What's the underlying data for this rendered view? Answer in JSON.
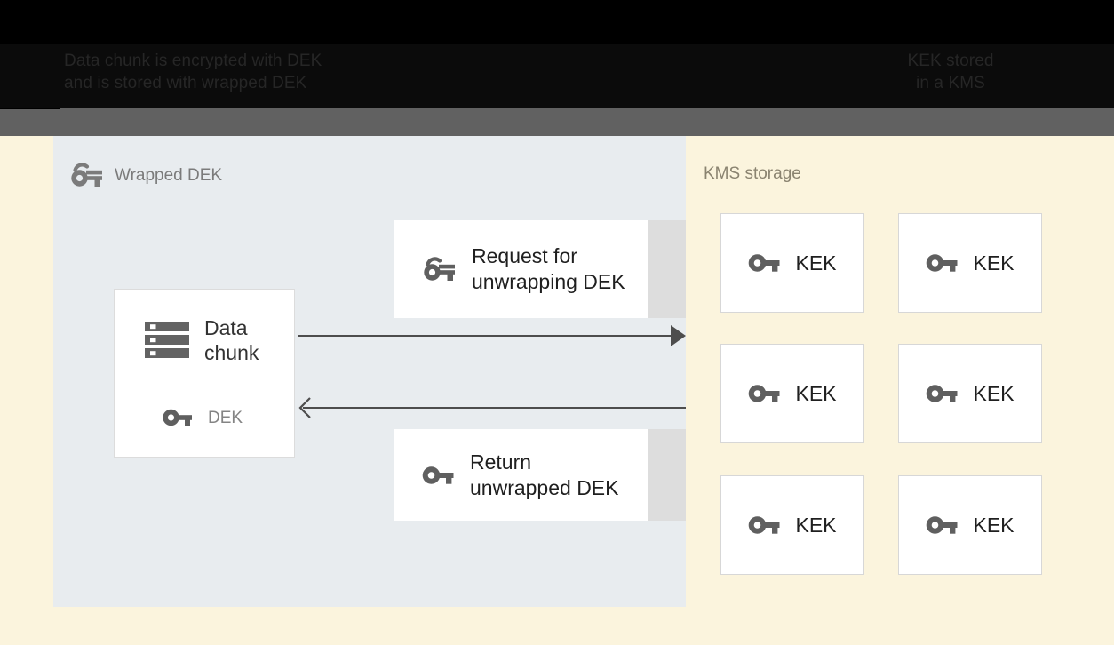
{
  "top_bar": {
    "caption_left": "Data chunk is encrypted with DEK\nand is stored with wrapped DEK",
    "caption_right": "KEK stored\nin a KMS"
  },
  "left_panel": {
    "title": "Wrapped DEK",
    "title_icon": "wrapped-key-icon",
    "data_chunk_card": {
      "icon": "storage-stack-icon",
      "label": "Data\nchunk",
      "key_icon": "key-icon",
      "key_label": "DEK"
    },
    "messages": [
      {
        "icon": "wrapped-key-icon",
        "label": "Request for\nunwrapping DEK"
      },
      {
        "icon": "key-icon",
        "label": "Return\nunwrapped DEK"
      }
    ],
    "arrows": [
      {
        "name": "request-arrow",
        "direction": "right"
      },
      {
        "name": "return-arrow",
        "direction": "left"
      }
    ]
  },
  "right_panel": {
    "title": "KMS storage",
    "keys": [
      {
        "icon": "key-icon",
        "label": "KEK"
      },
      {
        "icon": "key-icon",
        "label": "KEK"
      },
      {
        "icon": "key-icon",
        "label": "KEK"
      },
      {
        "icon": "key-icon",
        "label": "KEK"
      },
      {
        "icon": "key-icon",
        "label": "KEK"
      },
      {
        "icon": "key-icon",
        "label": "KEK"
      }
    ]
  },
  "colors": {
    "background": "#fbf4dd",
    "left_panel": "#e8ecef",
    "top_band": "#616161",
    "black_band": "#000000",
    "card_white": "#ffffff",
    "card_border": "#d7d7d7",
    "card_shadow": "#dddddd",
    "arrow": "#4d4d4d",
    "icon_gray": "#5f5f5f",
    "title_gray": "#7b7b7b",
    "title_khaki": "#8a8370"
  }
}
